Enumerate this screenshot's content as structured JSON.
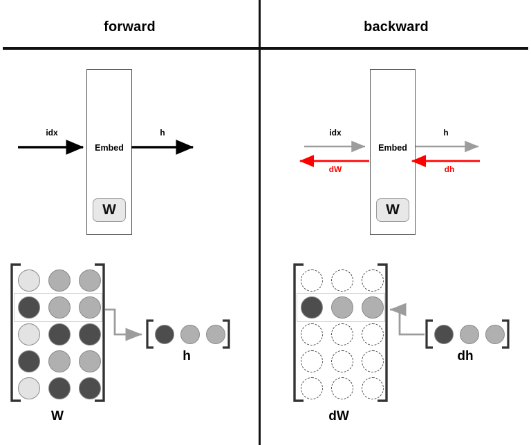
{
  "figure": {
    "panels": [
      {
        "id": "forward",
        "title": "forward"
      },
      {
        "id": "backward",
        "title": "backward"
      }
    ]
  },
  "colors": {
    "dark": "#4d4d4d",
    "medium": "#b0b0b0",
    "light": "#e3e3e3",
    "arrow_black": "#000000",
    "arrow_gray": "#9c9c9c",
    "arrow_red": "#ff0000",
    "bracket": "#333333",
    "rule": "#111111",
    "chip_fill": "#e8e8e8"
  },
  "forward": {
    "title": "forward",
    "block": {
      "label": "Embed",
      "param_chip": "W"
    },
    "arrows": [
      {
        "name": "idx",
        "label": "idx",
        "direction": "right",
        "color": "#000000"
      },
      {
        "name": "h",
        "label": "h",
        "direction": "right",
        "color": "#000000"
      }
    ],
    "matrix": {
      "label": "W",
      "rows": 5,
      "cols": 3,
      "highlight_row": 1,
      "cells": [
        [
          "light",
          "medium",
          "medium"
        ],
        [
          "dark",
          "medium",
          "medium"
        ],
        [
          "light",
          "dark",
          "dark"
        ],
        [
          "dark",
          "medium",
          "medium"
        ],
        [
          "light",
          "dark",
          "dark"
        ]
      ]
    },
    "vector": {
      "label": "h",
      "cells": [
        "dark",
        "medium",
        "medium"
      ]
    },
    "connector": {
      "name": "w-row-to-h",
      "from": "matrix-highlight-row",
      "to": "vector-h",
      "direction": "right"
    }
  },
  "backward": {
    "title": "backward",
    "block": {
      "label": "Embed",
      "param_chip": "W"
    },
    "arrows": [
      {
        "name": "idx",
        "label": "idx",
        "direction": "right",
        "color": "#9c9c9c"
      },
      {
        "name": "h",
        "label": "h",
        "direction": "right",
        "color": "#9c9c9c"
      },
      {
        "name": "dW",
        "label": "dW",
        "direction": "left",
        "color": "#ff0000"
      },
      {
        "name": "dh",
        "label": "dh",
        "direction": "left",
        "color": "#ff0000"
      }
    ],
    "matrix": {
      "label": "dW",
      "rows": 5,
      "cols": 3,
      "highlight_row": 1,
      "cells": [
        [
          "empty",
          "empty",
          "empty"
        ],
        [
          "dark",
          "medium",
          "medium"
        ],
        [
          "empty",
          "empty",
          "empty"
        ],
        [
          "empty",
          "empty",
          "empty"
        ],
        [
          "empty",
          "empty",
          "empty"
        ]
      ]
    },
    "vector": {
      "label": "dh",
      "cells": [
        "dark",
        "medium",
        "medium"
      ]
    },
    "connector": {
      "name": "dh-to-dw-row",
      "from": "vector-dh",
      "to": "matrix-highlight-row",
      "direction": "left"
    }
  }
}
